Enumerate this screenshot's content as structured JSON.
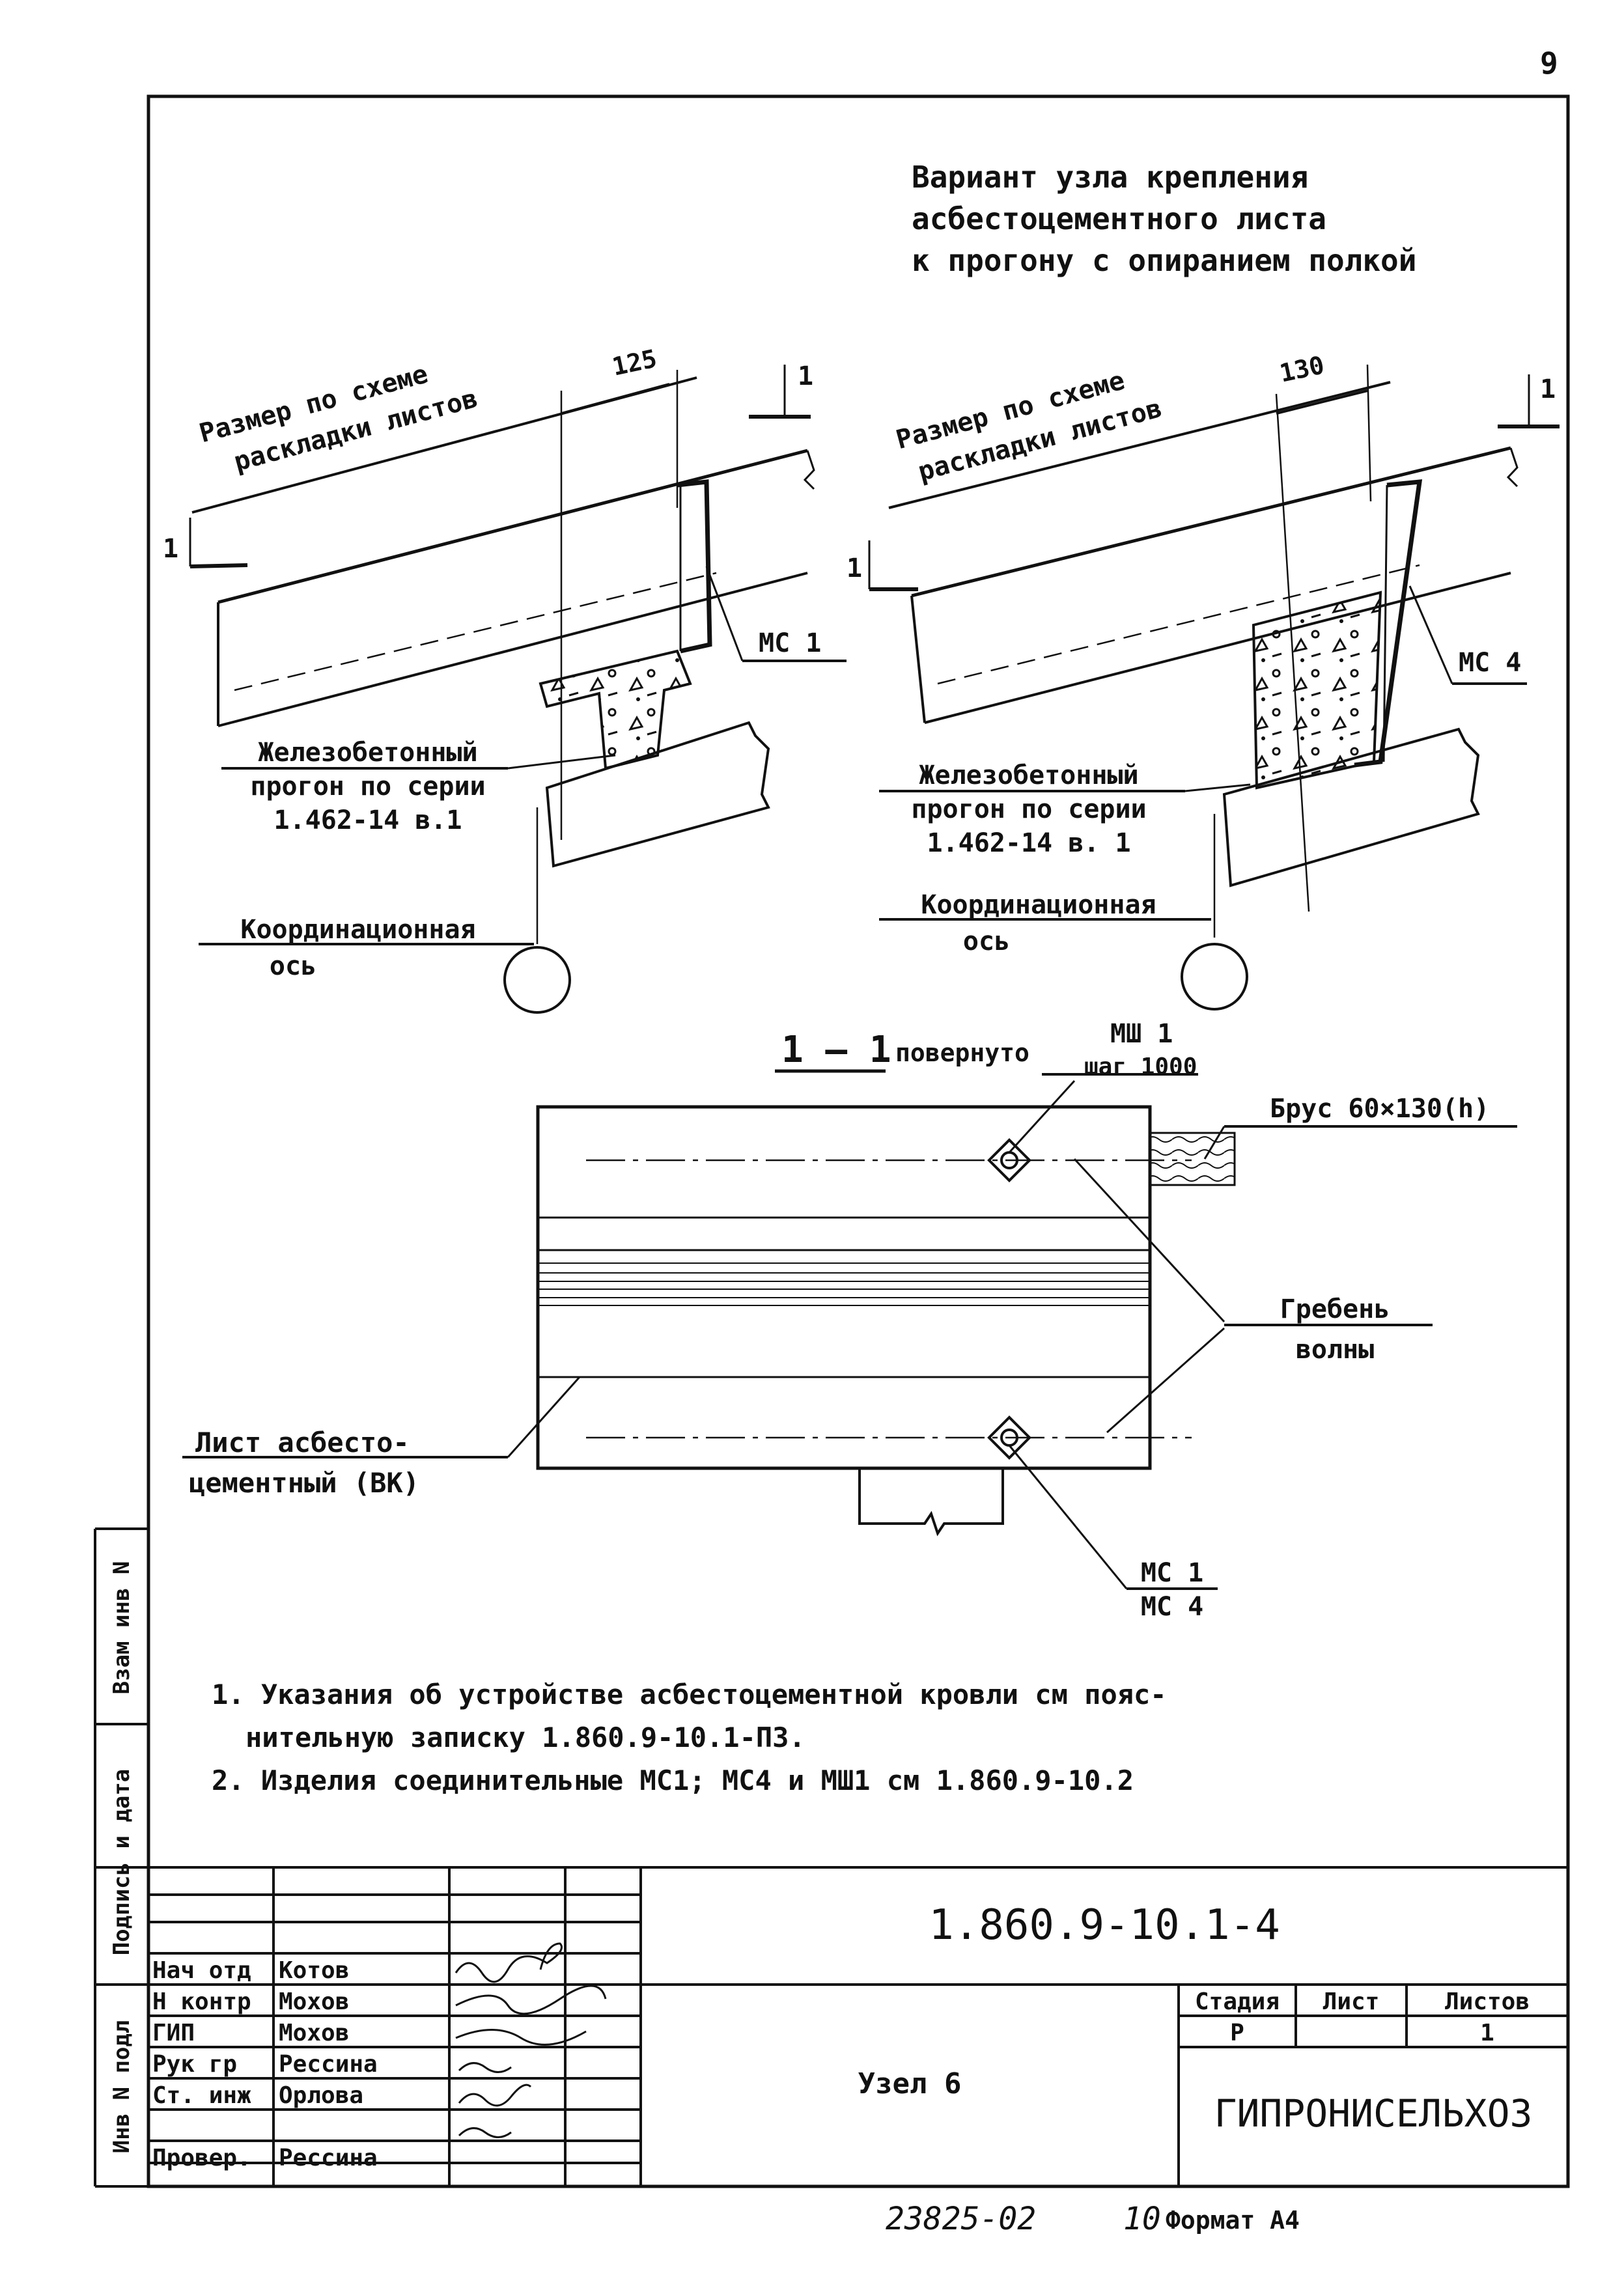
{
  "page_number": "9",
  "title": [
    "Вариант узла крепления",
    "асбестоцементного листа",
    "к прогону с опиранием полкой"
  ],
  "left_detail": {
    "dim_value": "125",
    "size_label": [
      "Размер по схеме",
      "раскладки листов"
    ],
    "section_mark": "1",
    "part_label": "МС 1",
    "purlin_label": [
      "Железобетонный",
      "прогон по серии",
      "1.462-14 в.1"
    ],
    "axis_label": [
      "Координационная",
      "ось"
    ]
  },
  "right_detail": {
    "dim_value": "130",
    "size_label": [
      "Размер по схеме",
      "раскладки листов"
    ],
    "section_mark": "1",
    "part_label": "МС 4",
    "purlin_label": [
      "Железобетонный",
      "прогон по серии",
      "1.462-14 в. 1"
    ],
    "axis_label": [
      "Координационная",
      "ось"
    ]
  },
  "section": {
    "title": "1 — 1",
    "rotated": "повернуто",
    "screw_label": "МШ 1",
    "step_label": "шаг 1000",
    "beam_label": "Брус 60×130(h)",
    "ridge_label": [
      "Гребень",
      "волны"
    ],
    "sheet_label": [
      "Лист асбесто-",
      "цементный (ВК)"
    ],
    "part_labels": [
      "МС 1",
      "МС 4"
    ]
  },
  "notes": [
    "1. Указания об устройстве асбестоцементной кровли см пояс-",
    "нительную записку 1.860.9-10.1-ПЗ.",
    "2. Изделия соединительные МС1; МС4 и МШ1 см 1.860.9-10.2"
  ],
  "stamp": {
    "doc_code": "1.860.9-10.1-4",
    "sheet_name": "Узел 6",
    "organization": "ГИПРОНИСЕЛЬХОЗ",
    "headers": {
      "stage": "Стадия",
      "sheet": "Лист",
      "sheets": "Листов"
    },
    "stage_value": "Р",
    "sheet_value": "",
    "sheets_value": "1",
    "signatories": [
      {
        "role": "Нач отд",
        "name": "Котов"
      },
      {
        "role": "Н контр",
        "name": "Мохов"
      },
      {
        "role": "ГИП",
        "name": "Мохов"
      },
      {
        "role": "Рук гр",
        "name": "Рессина"
      },
      {
        "role": "Ст. инж",
        "name": "Орлова"
      },
      {
        "role": "Провер.",
        "name": "Рессина"
      }
    ]
  },
  "side_stamp": [
    "Инв N подл",
    "Подпись и дата",
    "Взам инв N"
  ],
  "footer": {
    "number": "23825-02",
    "copy": "10",
    "format": "Формат А4"
  }
}
